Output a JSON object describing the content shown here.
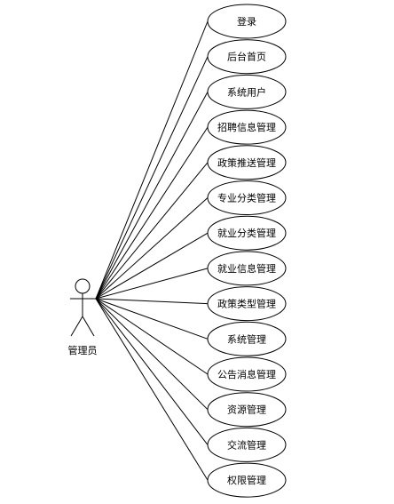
{
  "actor": {
    "name": "管理员"
  },
  "use_cases": [
    {
      "label": "登录"
    },
    {
      "label": "后台首页"
    },
    {
      "label": "系统用户"
    },
    {
      "label": "招聘信息管理"
    },
    {
      "label": "政策推送管理"
    },
    {
      "label": "专业分类管理"
    },
    {
      "label": "就业分类管理"
    },
    {
      "label": "就业信息管理"
    },
    {
      "label": "政策类型管理"
    },
    {
      "label": "系统管理"
    },
    {
      "label": "公告消息管理"
    },
    {
      "label": "资源管理"
    },
    {
      "label": "交流管理"
    },
    {
      "label": "权限管理"
    }
  ]
}
